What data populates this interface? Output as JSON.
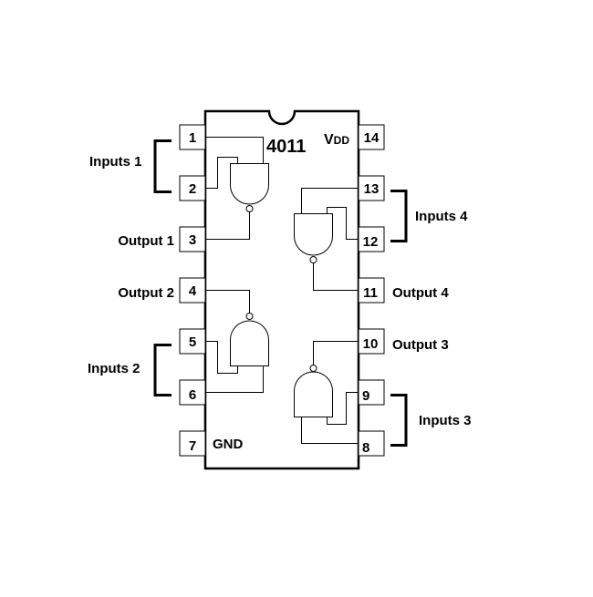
{
  "chip": {
    "part_number": "4011",
    "vdd_label_main": "V",
    "vdd_label_sub": "DD",
    "gnd_label": "GND"
  },
  "pins": {
    "left": [
      {
        "number": "1",
        "label": ""
      },
      {
        "number": "2",
        "label": ""
      },
      {
        "number": "3",
        "label": "Output 1"
      },
      {
        "number": "4",
        "label": "Output 2"
      },
      {
        "number": "5",
        "label": ""
      },
      {
        "number": "6",
        "label": ""
      },
      {
        "number": "7",
        "label": ""
      }
    ],
    "right": [
      {
        "number": "14",
        "label": ""
      },
      {
        "number": "13",
        "label": ""
      },
      {
        "number": "12",
        "label": ""
      },
      {
        "number": "11",
        "label": "Output 4"
      },
      {
        "number": "10",
        "label": "Output 3"
      },
      {
        "number": "9",
        "label": ""
      },
      {
        "number": "8",
        "label": ""
      }
    ]
  },
  "groups": [
    {
      "label": "Inputs 1",
      "pins": [
        "1",
        "2"
      ],
      "side": "left"
    },
    {
      "label": "Inputs 2",
      "pins": [
        "5",
        "6"
      ],
      "side": "left"
    },
    {
      "label": "Inputs 4",
      "pins": [
        "13",
        "12"
      ],
      "side": "right"
    },
    {
      "label": "Inputs 3",
      "pins": [
        "9",
        "8"
      ],
      "side": "right"
    }
  ],
  "gates": [
    {
      "name": "NAND gate 1",
      "type": "NAND",
      "inputs": [
        "1",
        "2"
      ],
      "output": "3"
    },
    {
      "name": "NAND gate 2",
      "type": "NAND",
      "inputs": [
        "5",
        "6"
      ],
      "output": "4"
    },
    {
      "name": "NAND gate 3",
      "type": "NAND",
      "inputs": [
        "8",
        "9"
      ],
      "output": "10"
    },
    {
      "name": "NAND gate 4",
      "type": "NAND",
      "inputs": [
        "12",
        "13"
      ],
      "output": "11"
    }
  ]
}
